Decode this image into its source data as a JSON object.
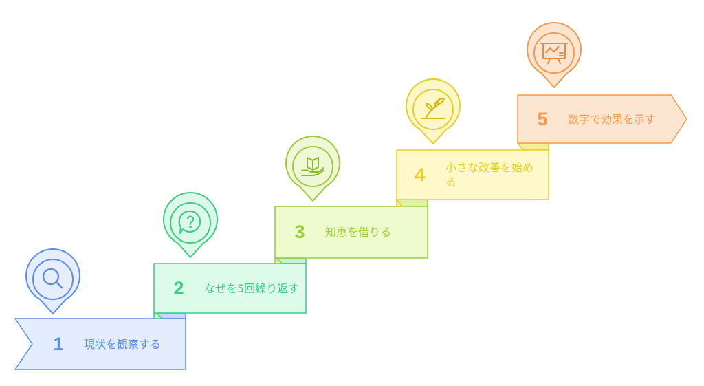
{
  "steps": [
    {
      "number": "1",
      "text": "現状を観察する",
      "icon": "magnifier-icon",
      "color": "#5b8ee6",
      "fill": "#e4edfd",
      "icon_bg": "#e6eefc"
    },
    {
      "number": "2",
      "text": "なぜを5回繰り返す",
      "icon": "question-speech-bubble-icon",
      "color": "#3ecb84",
      "fill": "#ddfbe9",
      "icon_bg": "#dcf8e9"
    },
    {
      "number": "3",
      "text": "知恵を借りる",
      "icon": "book-in-hand-icon",
      "color": "#9acc3a",
      "fill": "#eefbcf",
      "icon_bg": "#eef7d6"
    },
    {
      "number": "4",
      "text": "小さな改善を始める",
      "icon": "growing-plant-icon",
      "color": "#e6cf2a",
      "fill": "#fff8c9",
      "icon_bg": "#fdf6c7"
    },
    {
      "number": "5",
      "text": "数字で効果を示す",
      "icon": "presentation-chart-icon",
      "color": "#f09a4e",
      "fill": "#fde6d1",
      "icon_bg": "#fde4cf"
    }
  ]
}
